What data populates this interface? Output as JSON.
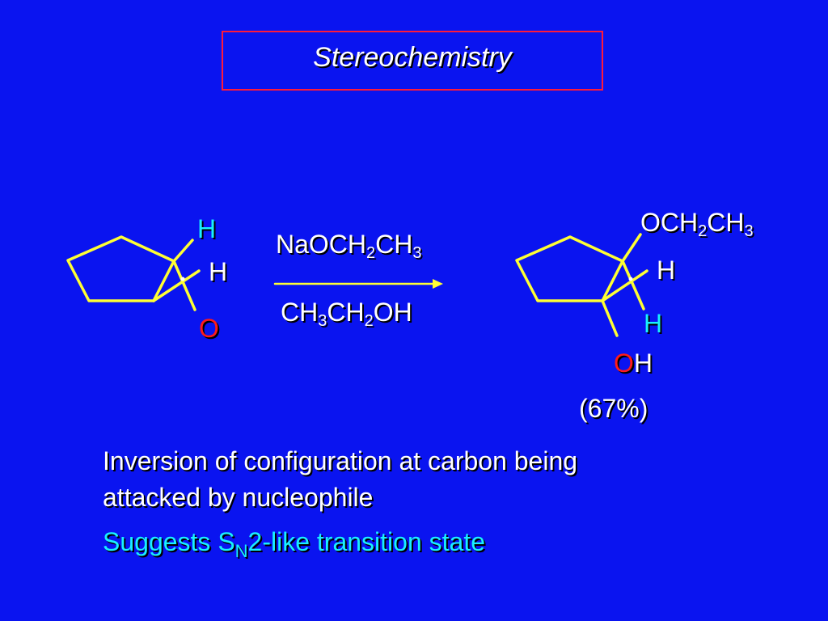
{
  "title": "Stereochemistry",
  "reactant": {
    "h_top": "H",
    "h_mid": "H",
    "o": "O"
  },
  "reagent": {
    "top_prefix": "NaOCH",
    "top_sub1": "2",
    "top_mid": "CH",
    "top_sub2": "3",
    "bottom_prefix": "CH",
    "bottom_sub1": "3",
    "bottom_mid": "CH",
    "bottom_sub2": "2",
    "bottom_suffix": "OH"
  },
  "product": {
    "och_prefix": "OCH",
    "och_sub1": "2",
    "och_mid": "CH",
    "och_sub2": "3",
    "h_right": "H",
    "h_lower": "H",
    "oh_o": "O",
    "oh_h": "H",
    "yield": "(67%)"
  },
  "caption_line1": "Inversion of configuration at carbon being",
  "caption_line2": "attacked by nucleophile",
  "note": {
    "prefix": "Suggests S",
    "sub": "N",
    "suffix": "2-like transition state"
  },
  "colors": {
    "background": "#0a14f0",
    "bond": "#ffff33",
    "title_border": "#ff1a3a",
    "oxygen": "#ff1a1a",
    "hydrogen": "#19f0ff"
  }
}
